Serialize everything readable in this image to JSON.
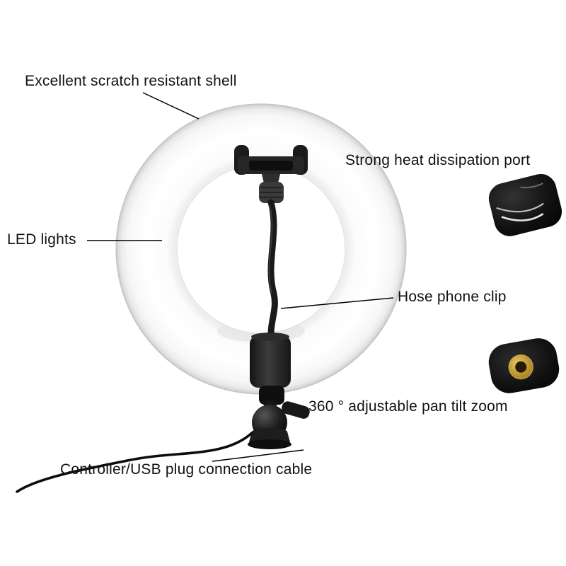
{
  "product": {
    "labels": {
      "shell": "Excellent scratch resistant shell",
      "heat_port": "Strong heat dissipation port",
      "led": "LED lights",
      "hose_clip": "Hose phone clip",
      "pan_tilt": "360 ° adjustable pan tilt zoom",
      "cable": "Controller/USB plug connection cable"
    },
    "colors": {
      "background": "#ffffff",
      "text": "#111111",
      "hardware_black": "#1b1b1b",
      "ring_edge": "#c4c4c4",
      "brass": "#b8912f"
    },
    "photos": {
      "photo_1": "heat-dissipation-port-closeup",
      "photo_2": "screw-mount-closeup"
    }
  }
}
